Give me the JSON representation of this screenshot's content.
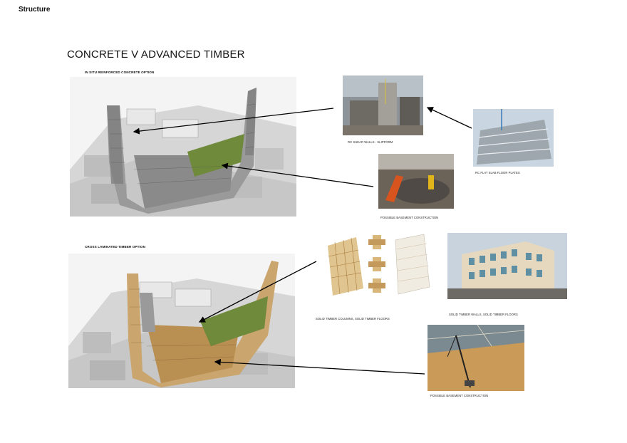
{
  "header": {
    "section": "Structure"
  },
  "page_title": "CONCRETE V ADVANCED TIMBER",
  "concrete": {
    "subtitle": "IN SITU REINFORCED CONCRETE OPTION",
    "captions": {
      "shear_walls": "RC SHEAR WALLS - SLIPFORM",
      "flat_slab": "RC FLAT SLAB FLOOR PLATES",
      "basement": "POSSIBLE BASEMENT CONSTRUCTION"
    }
  },
  "timber": {
    "subtitle": "CROSS LAMINATED TIMBER OPTION",
    "captions": {
      "columns": "SOLID TIMBER COLUMNS, SOLID TIMBER FLOORS",
      "walls": "SOLID TIMBER WALLS, SOLID TIMBER FLOORS",
      "basement": "POSSIBLE BASEMENT CONSTRUCTION"
    }
  },
  "colors": {
    "concrete_model": "#9a9a9a",
    "timber_model": "#caa56e",
    "green_roof": "#6f8a3a",
    "site_ground": "#d6d6d6"
  }
}
